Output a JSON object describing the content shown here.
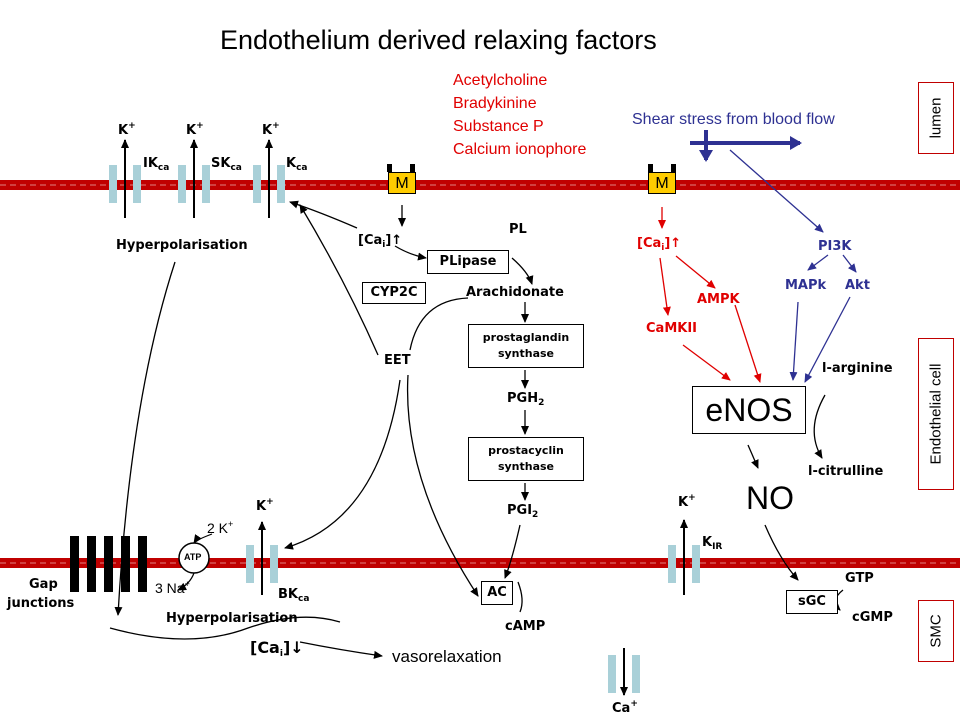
{
  "title": "Endothelium derived relaxing factors",
  "agonists": [
    "Acetylcholine",
    "Bradykinine",
    "Substance P",
    "Calcium ionophore"
  ],
  "shear": "Shear stress from blood flow",
  "regions": {
    "lumen": "lumen",
    "endothelial": "Endothelial cell",
    "smc": "SMC"
  },
  "receptor": "M",
  "channels": {
    "k_plus": "K",
    "ik": "IK",
    "sk": "SK",
    "kca": "K",
    "ca_sub": "ca",
    "bk": "BK",
    "kir": "K",
    "ir_sub": "IR",
    "ca_plus": "Ca"
  },
  "labels": {
    "hyperpol": "Hyperpolarisation",
    "cai": "[Ca",
    "i": "i",
    "up": "]↑",
    "down": "]↓",
    "pl": "PL",
    "plipase": "PLipase",
    "cyp2c": "CYP2C",
    "arachidonate": "Arachidonate",
    "pgsynth": "prostaglandin synthase",
    "pgh2": "PGH",
    "pgi2": "PGI",
    "two": "2",
    "pcsynth": "prostacyclin synthase",
    "eet": "EET",
    "ac": "AC",
    "camp": "cAMP",
    "ampk": "AMPK",
    "camkii": "CaMKII",
    "pi3k": "PI3K",
    "mapk": "MAPk",
    "akt": "Akt",
    "enos": "eNOS",
    "larginine": "l-arginine",
    "lcitrulline": "l-citrulline",
    "no": "NO",
    "sgc": "sGC",
    "gtp": "GTP",
    "cgmp": "cGMP",
    "gap": "Gap junctions",
    "gap1": "Gap",
    "gap2": "junctions",
    "atp": "ATP",
    "twok": "2 K",
    "threena": "3 Na",
    "vasorelax": "vasorelaxation"
  },
  "colors": {
    "membrane": "#c00000",
    "channel": "#a9d0d8",
    "receptor": "#ffcc00",
    "red": "#e00000",
    "blue": "#2e3192"
  }
}
